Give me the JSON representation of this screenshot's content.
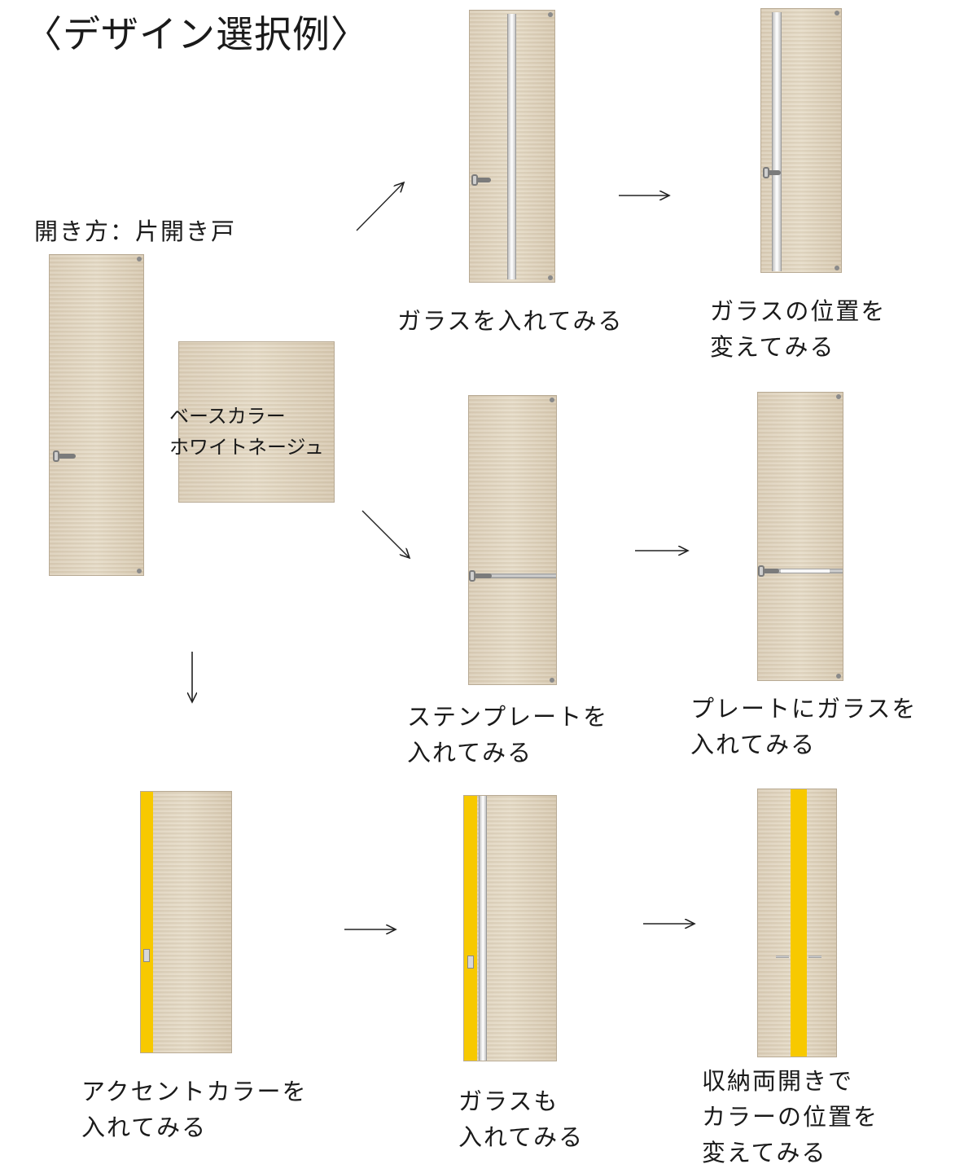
{
  "title": "〈デザイン選択例〉",
  "open_style": "開き方：片開き戸",
  "base_color": {
    "line1": "ベースカラー",
    "line2": "ホワイトネージュ"
  },
  "steps": {
    "glass": "ガラスを入れてみる",
    "glass_move": {
      "line1": "ガラスの位置を",
      "line2": "変えてみる"
    },
    "plate": {
      "line1": "ステンプレートを",
      "line2": "入れてみる"
    },
    "plate_glass": {
      "line1": "プレートにガラスを",
      "line2": "入れてみる"
    },
    "accent": {
      "line1": "アクセントカラーを",
      "line2": "入れてみる"
    },
    "accent_glass": {
      "line1": "ガラスも",
      "line2": "入れてみる"
    },
    "double": {
      "line1": "収納両開きで",
      "line2": "カラーの位置を",
      "line3": "変えてみる"
    }
  },
  "colors": {
    "wood": "#dccfb9",
    "accent": "#f7c900",
    "glass": "#e8e8e8"
  }
}
